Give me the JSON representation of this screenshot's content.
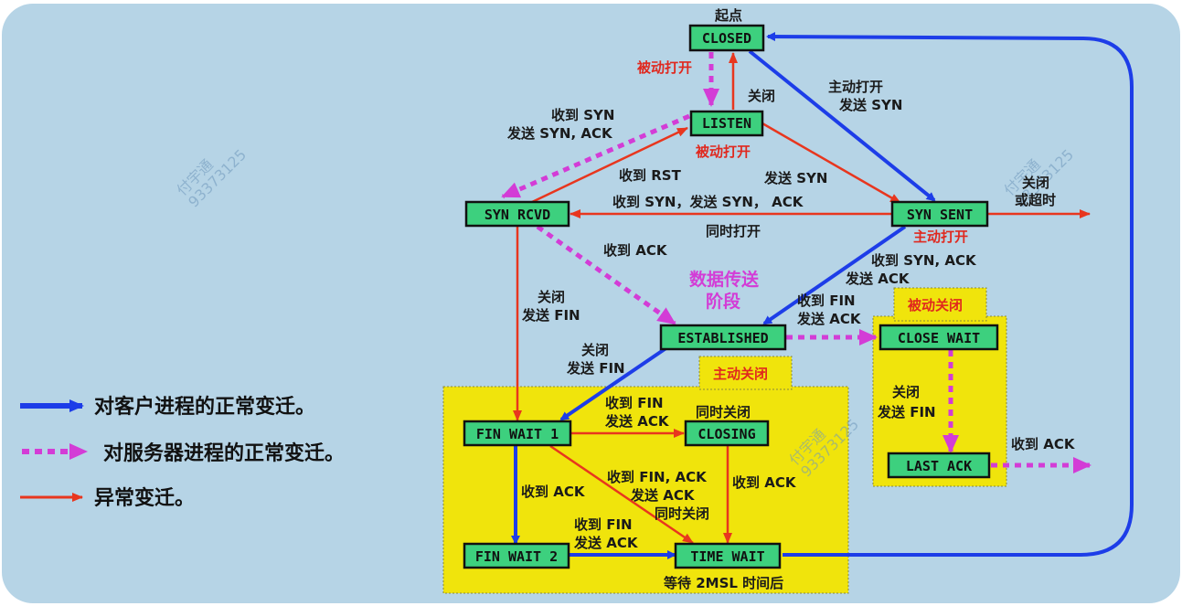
{
  "colors": {
    "background": "#b6d4e6",
    "state_fill": "#3dd07e",
    "region_fill": "#f0e40c",
    "normal_client": "#1d3de8",
    "normal_server": "#d33cd6",
    "abnormal": "#e8361e"
  },
  "states": {
    "closed": "CLOSED",
    "listen": "LISTEN",
    "syn_rcvd": "SYN RCVD",
    "syn_sent": "SYN SENT",
    "established": "ESTABLISHED",
    "close_wait": "CLOSE WAIT",
    "last_ack": "LAST ACK",
    "fin_wait_1": "FIN WAIT 1",
    "closing": "CLOSING",
    "fin_wait_2": "FIN WAIT 2",
    "time_wait": "TIME WAIT"
  },
  "labels": {
    "start": "起点",
    "passive_open_1": "被动打开",
    "close_listen": "关闭",
    "active_open_1": "主动打开",
    "active_open_2": "发送 SYN",
    "recv_syn_1": "收到 SYN",
    "recv_syn_2": "发送 SYN, ACK",
    "passive_open_2": "被动打开",
    "recv_rst": "收到 RST",
    "send_syn": "发送 SYN",
    "close_timeout_1": "关闭",
    "close_timeout_2": "或超时",
    "recv_syn_send_synack": "收到 SYN，发送 SYN，  ACK",
    "simultaneous_open": "同时打开",
    "active_open_3": "主动打开",
    "recv_ack": "收到 ACK",
    "recv_synack_1": "收到 SYN, ACK",
    "recv_synack_2": "发送 ACK",
    "data_phase_1": "数据传送",
    "data_phase_2": "阶段",
    "recv_fin_1": "收到 FIN",
    "recv_fin_2": "发送 ACK",
    "passive_close": "被动关闭",
    "close_sendfin_1": "关闭",
    "close_sendfin_2": "发送 FIN",
    "close_est_1": "关闭",
    "close_est_2": "发送 FIN",
    "active_close": "主动关闭",
    "close_cw_1": "关闭",
    "close_cw_2": "发送 FIN",
    "fw1_recv_fin_1": "收到 FIN",
    "fw1_recv_fin_2": "发送 ACK",
    "simul_close_1": "同时关闭",
    "last_ack_recv": "收到 ACK",
    "fw1_recv_ack": "收到 ACK",
    "closing_recv_ack": "收到 ACK",
    "fw1_finack_1": "收到 FIN, ACK",
    "fw1_finack_2": "发送 ACK",
    "simul_close_2": "同时关闭",
    "fw2_recv_fin_1": "收到 FIN",
    "fw2_recv_fin_2": "发送 ACK",
    "wait_2msl": "等待 2MSL 时间后"
  },
  "legend": {
    "client": "对客户进程的正常变迁。",
    "server": "对服务器进程的正常变迁。",
    "abnormal": "异常变迁。"
  },
  "watermark": {
    "line1": "付宇通",
    "line2": "93373125"
  }
}
